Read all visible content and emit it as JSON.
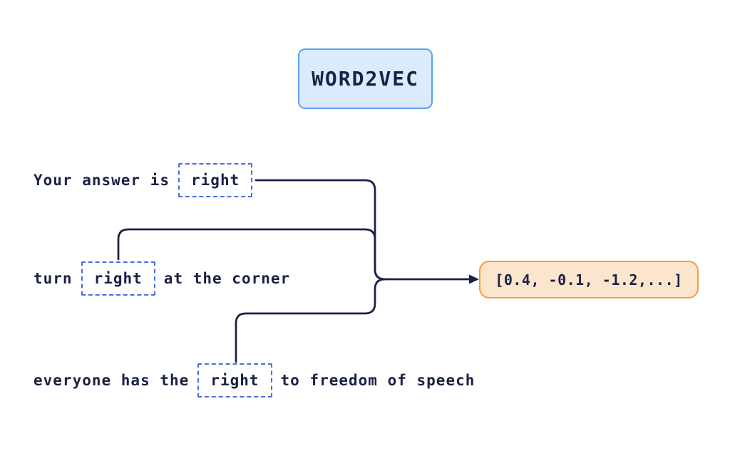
{
  "title": {
    "label": "WORD2VEC"
  },
  "sentences": [
    {
      "before": "Your answer is",
      "word": "right",
      "after": ""
    },
    {
      "before": "turn",
      "word": "right",
      "after": "at the corner"
    },
    {
      "before": "everyone has the",
      "word": "right",
      "after": "to freedom of speech"
    }
  ],
  "vector": {
    "label": "[0.4, -0.1, -1.2,...]"
  },
  "colors": {
    "ink": "#1a2145",
    "dashed_border": "#4a6ce0",
    "title_fill": "#dbeafd",
    "title_border": "#5aa2f0",
    "vector_fill": "#fbe5cd",
    "vector_border": "#f59f3b",
    "background": "#ffffff"
  }
}
